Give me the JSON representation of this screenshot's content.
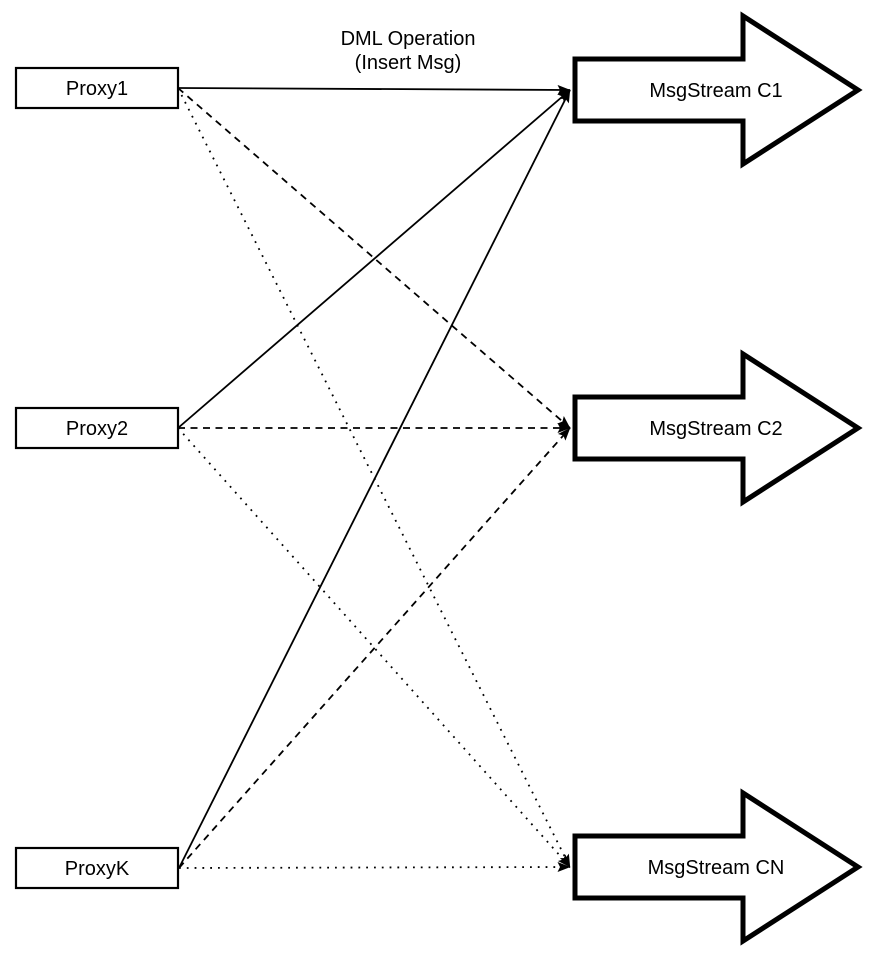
{
  "diagram": {
    "edge_label": {
      "line1": "DML Operation",
      "line2": "(Insert Msg)"
    },
    "proxies": [
      {
        "id": "proxy1",
        "label": "Proxy1"
      },
      {
        "id": "proxy2",
        "label": "Proxy2"
      },
      {
        "id": "proxyk",
        "label": "ProxyK"
      }
    ],
    "streams": [
      {
        "id": "c1",
        "label": "MsgStream C1"
      },
      {
        "id": "c2",
        "label": "MsgStream C2"
      },
      {
        "id": "cn",
        "label": "MsgStream CN"
      }
    ],
    "edges": [
      {
        "from": "proxy1",
        "to": "c1",
        "style": "solid"
      },
      {
        "from": "proxy1",
        "to": "c2",
        "style": "dashed"
      },
      {
        "from": "proxy1",
        "to": "cn",
        "style": "dotted"
      },
      {
        "from": "proxy2",
        "to": "c1",
        "style": "solid"
      },
      {
        "from": "proxy2",
        "to": "c2",
        "style": "dashed"
      },
      {
        "from": "proxy2",
        "to": "cn",
        "style": "dotted"
      },
      {
        "from": "proxyk",
        "to": "c1",
        "style": "solid"
      },
      {
        "from": "proxyk",
        "to": "c2",
        "style": "dashed"
      },
      {
        "from": "proxyk",
        "to": "cn",
        "style": "dotted"
      }
    ],
    "colors": {
      "stroke": "#000000",
      "background": "#ffffff"
    }
  }
}
